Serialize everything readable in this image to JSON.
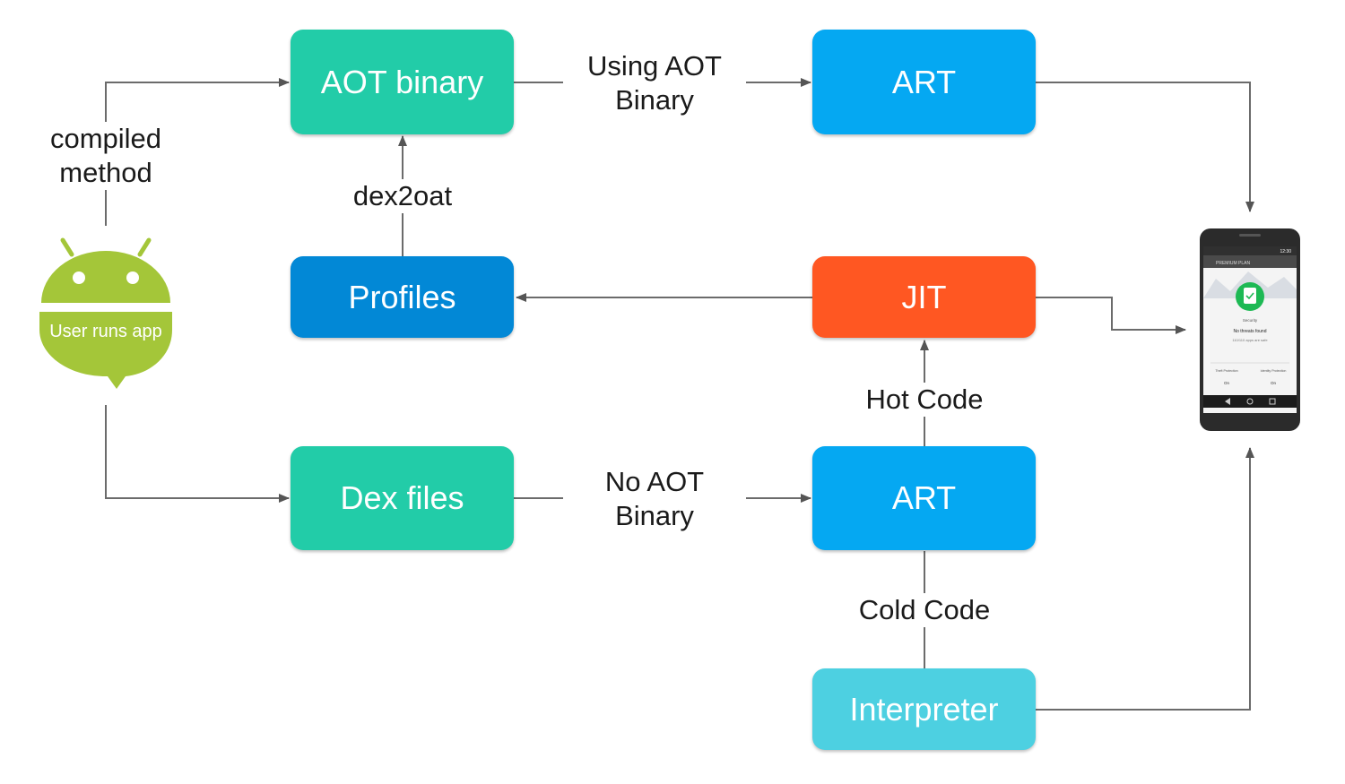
{
  "nodes": {
    "aot_binary": {
      "label": "AOT binary",
      "color": "#22cca8"
    },
    "art_top": {
      "label": "ART",
      "color": "#05a8f2"
    },
    "profiles": {
      "label": "Profiles",
      "color": "#0288d6"
    },
    "jit": {
      "label": "JIT",
      "color": "#ff5722"
    },
    "dex_files": {
      "label": "Dex files",
      "color": "#22cca8"
    },
    "art_bottom": {
      "label": "ART",
      "color": "#05a8f2"
    },
    "interpreter": {
      "label": "Interpreter",
      "color": "#4dd0e1"
    }
  },
  "edges": {
    "compiled_method": "compiled method",
    "using_aot": "Using AOT Binary",
    "dex2oat": "dex2oat",
    "hot_code": "Hot Code",
    "no_aot": "No AOT Binary",
    "cold_code": "Cold Code"
  },
  "android": {
    "label": "User runs app",
    "color": "#a4c639",
    "icon": "android-robot-icon"
  },
  "phone": {
    "icon": "smartphone-icon",
    "header": "PREMIUM PLAN",
    "status_time": "12:30",
    "section": "Security",
    "status": "No threats found",
    "detail": "110/110 apps are safe",
    "toggle_left_label": "Theft Protection",
    "toggle_left_value": "On",
    "toggle_right_label": "Identity Protection",
    "toggle_right_value": "On",
    "accent": "#1db954"
  }
}
